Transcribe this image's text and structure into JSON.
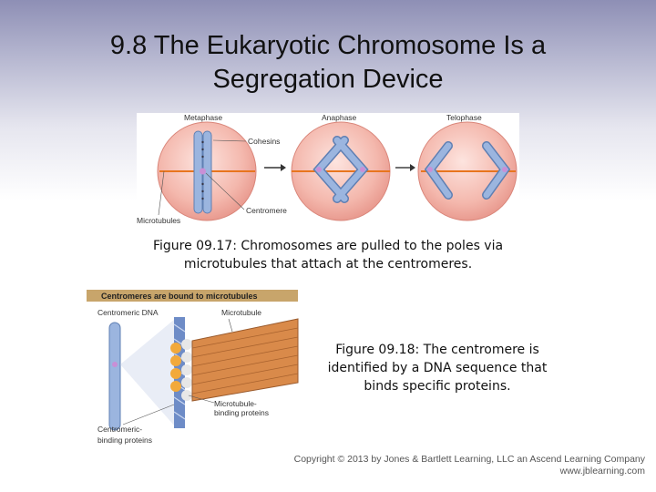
{
  "slide": {
    "title_line1": "9.8  The Eukaryotic Chromosome Is a",
    "title_line2": "Segregation Device"
  },
  "figure1": {
    "phase_labels": [
      "Metaphase",
      "Anaphase",
      "Telophase"
    ],
    "callouts": {
      "cohesins": "Cohesins",
      "centromere": "Centromere",
      "microtubules": "Microtubules"
    },
    "caption_line1": "Figure 09.17: Chromosomes are pulled to the poles via",
    "caption_line2": "microtubules that attach at the centromeres."
  },
  "figure2": {
    "header": "Centromeres are bound to microtubules",
    "labels": {
      "centromeric_dna": "Centromeric DNA",
      "microtubule": "Microtubule",
      "mt_binding_1": "Microtubule-",
      "mt_binding_2": "binding proteins",
      "centromeric_binding_1": "Centromeric-",
      "centromeric_binding_2": "binding proteins"
    },
    "caption_line1": "Figure 09.18: The centromere is",
    "caption_line2": "identified by a DNA sequence that",
    "caption_line3": "binds specific proteins."
  },
  "footer": {
    "copyright": "Copyright © 2013 by Jones & Bartlett Learning, LLC an Ascend Learning Company",
    "url": "www.jblearning.com"
  },
  "colors": {
    "cell_fill": "#f4b8ad",
    "spindle": "#e8751e",
    "chromosome": "#9bb5df",
    "header_bar": "#c8a56b"
  }
}
